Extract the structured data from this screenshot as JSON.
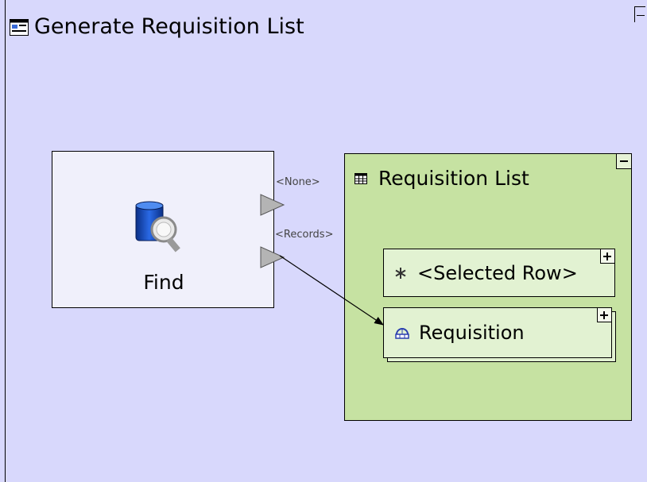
{
  "diagram": {
    "title": "Generate Requisition List",
    "find_action": {
      "label": "Find"
    },
    "ports": {
      "none_label": "<None>",
      "records_label": "<Records>"
    },
    "list_container": {
      "title": "Requisition List",
      "selected_row_label": "<Selected Row>",
      "requisition_label": "Requisition"
    }
  },
  "icons": {
    "title": "page-icon",
    "find": "find-icon",
    "list": "table-icon",
    "selected_row": "asterisk-icon",
    "requisition": "entity-icon"
  },
  "colors": {
    "canvas": "#d8d8fc",
    "find_box": "#f0f0fb",
    "list_container": "#c6e2a2",
    "row_box": "#e2f2d2",
    "port": "#b4b4b4"
  }
}
